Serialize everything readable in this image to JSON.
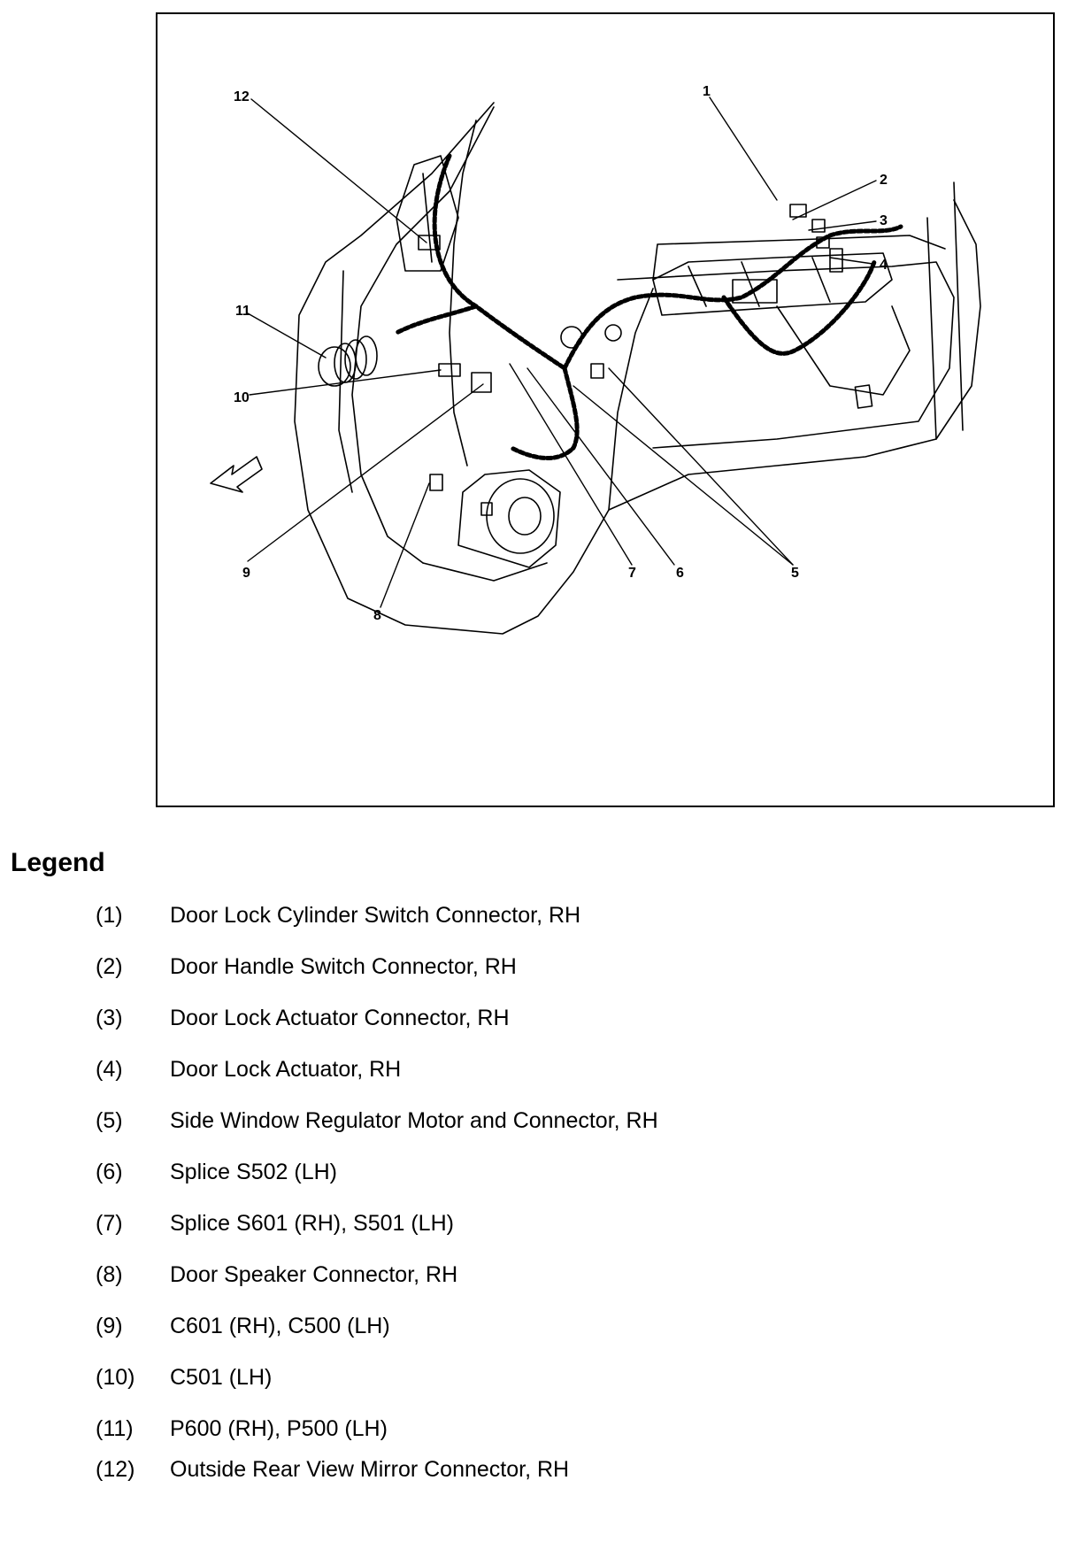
{
  "diagram": {
    "callouts": [
      "1",
      "2",
      "3",
      "4",
      "5",
      "6",
      "7",
      "8",
      "9",
      "10",
      "11",
      "12"
    ]
  },
  "legend": {
    "title": "Legend",
    "items": [
      {
        "num": "(1)",
        "text": "Door Lock Cylinder Switch Connector, RH"
      },
      {
        "num": "(2)",
        "text": "Door Handle Switch Connector, RH"
      },
      {
        "num": "(3)",
        "text": "Door Lock Actuator Connector, RH"
      },
      {
        "num": "(4)",
        "text": "Door Lock Actuator, RH"
      },
      {
        "num": "(5)",
        "text": "Side Window Regulator Motor and Connector, RH"
      },
      {
        "num": "(6)",
        "text": "Splice S502 (LH)"
      },
      {
        "num": "(7)",
        "text": "Splice S601 (RH), S501 (LH)"
      },
      {
        "num": "(8)",
        "text": "Door Speaker Connector, RH"
      },
      {
        "num": "(9)",
        "text": "C601 (RH), C500 (LH)"
      },
      {
        "num": "(10)",
        "text": "C501 (LH)"
      },
      {
        "num": "(11)",
        "text": "P600 (RH), P500 (LH)"
      },
      {
        "num": "(12)",
        "text": "Outside Rear View Mirror Connector, RH"
      }
    ]
  }
}
